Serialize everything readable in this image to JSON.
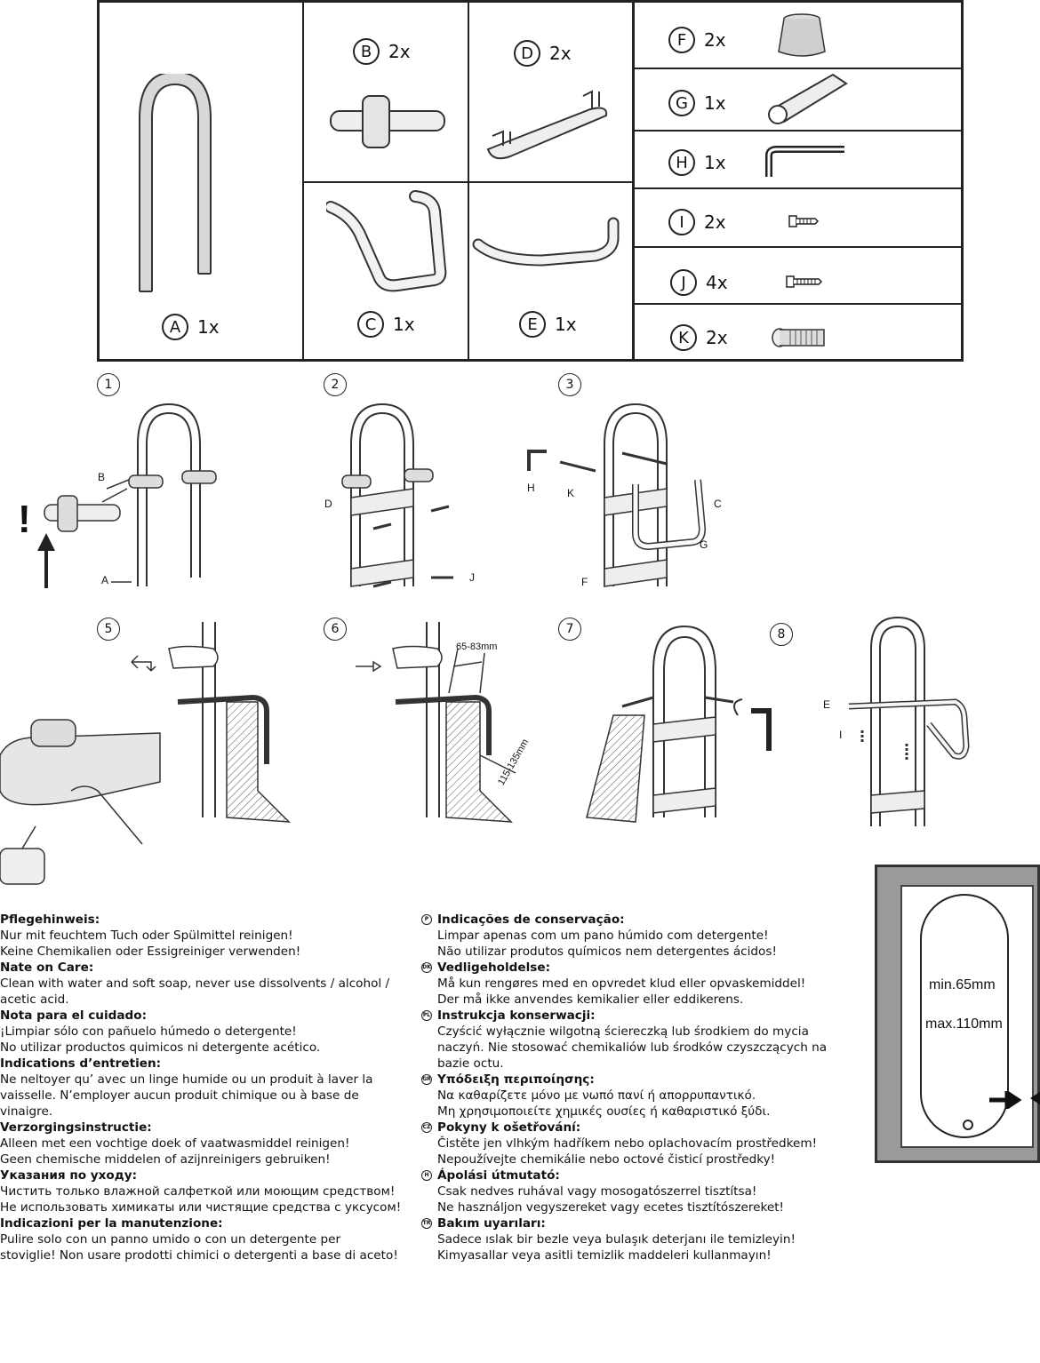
{
  "parts": [
    {
      "letter": "A",
      "qty": "1x",
      "icon": "hoop-frame-icon"
    },
    {
      "letter": "B",
      "qty": "2x",
      "icon": "connector-icon"
    },
    {
      "letter": "C",
      "qty": "1x",
      "icon": "u-bracket-icon"
    },
    {
      "letter": "D",
      "qty": "2x",
      "icon": "step-plate-icon"
    },
    {
      "letter": "E",
      "qty": "1x",
      "icon": "crossbar-icon"
    },
    {
      "letter": "F",
      "qty": "2x",
      "icon": "foot-cap-icon"
    },
    {
      "letter": "G",
      "qty": "1x",
      "icon": "tube-cover-icon"
    },
    {
      "letter": "H",
      "qty": "1x",
      "icon": "allen-key-icon"
    },
    {
      "letter": "I",
      "qty": "2x",
      "icon": "short-screw-icon"
    },
    {
      "letter": "J",
      "qty": "4x",
      "icon": "long-screw-icon"
    },
    {
      "letter": "K",
      "qty": "2x",
      "icon": "bolt-icon"
    }
  ],
  "steps": {
    "s1": "1",
    "s2": "2",
    "s3": "3",
    "s5": "5",
    "s6": "6",
    "s7": "7",
    "s8": "8",
    "labels": {
      "b": "B",
      "a": "A",
      "excl": "!",
      "d": "D",
      "j": "J",
      "h": "H",
      "k": "K",
      "c": "C",
      "g": "G",
      "f": "F",
      "e": "E",
      "i": "I"
    },
    "dim1": "65-83mm",
    "dim2": "115-135mm"
  },
  "tub": {
    "min": "min.65mm",
    "max": "max.110mm"
  },
  "care_left": [
    {
      "h": "Pflegehinweis:",
      "p": "Nur mit feuchtem Tuch oder Spülmittel reinigen!\nKeine Chemikalien oder Essigreiniger verwenden!"
    },
    {
      "h": "Nate on Care:",
      "p": "Clean with water and soft soap, never use dissolvents / alcohol /\nacetic acid."
    },
    {
      "h": "Nota para el cuidado:",
      "p": "¡Limpiar sólo con pañuelo húmedo o detergente!\nNo utilizar productos quimicos ni detergente acético."
    },
    {
      "h": "Indications d’entretien:",
      "p": "Ne neltoyer qu’ avec un linge humide ou un produit à laver la\nvaisselle. N’employer aucun produit chimique ou à base de\nvinaigre."
    },
    {
      "h": "Verzorgingsinstructie:",
      "p": "Alleen met een vochtige doek of vaatwasmiddel reinigen!\nGeen chemische middelen of azijnreinigers gebruiken!"
    },
    {
      "h": "Указания по уходу:",
      "p": "Чистить только влажной салфеткой или моющим средством!\nНе использовать химикаты или чистящие средства с уксусом!"
    },
    {
      "h": "Indicazioni per la manutenzione:",
      "p": "Pulire solo con un panno umido o con un detergente per\nstoviglie! Non usare prodotti chimici o detergenti a base di aceto!"
    }
  ],
  "care_right": [
    {
      "c": "P",
      "h": "Indicações de conservação:",
      "p": "Limpar apenas com um pano húmido com detergente!\nNão utilizar produtos químicos nem detergentes ácidos!"
    },
    {
      "c": "DK",
      "h": "Vedligeholdelse:",
      "p": "Må kun rengøres med en opvredet klud eller opvaskemiddel!\nDer må ikke anvendes kemikalier eller eddikerens."
    },
    {
      "c": "PL",
      "h": "Instrukcja konserwacji:",
      "p": "Czyścić wyłącznie wilgotną ściereczką lub środkiem do mycia\nnaczyń. Nie stosować chemikaliów lub środków czyszczących na\nbazie octu."
    },
    {
      "c": "GR",
      "h": "Υπόδειξη περιποίησης:",
      "p": "Να καθαρίζετε μόνο με νωπό πανί ή απορρυπαντικό.\nΜη χρησιμοποιείτε χημικές ουσίες ή καθαριστικό ξύδι."
    },
    {
      "c": "CZ",
      "h": "Pokyny k ošetřování:",
      "p": "Čistěte jen vlhkým hadříkem nebo oplachovacím prostředkem!\nNepoužívejte chemikálie nebo octové čisticí prostředky!"
    },
    {
      "c": "H",
      "h": "Ápolási útmutató:",
      "p": "Csak nedves ruhával vagy mosogatószerrel tisztítsa!\nNe használjon vegyszereket vagy ecetes tisztítószereket!"
    },
    {
      "c": "TR",
      "h": "Bakım uyarıları:",
      "p": "Sadece ıslak bir bezle veya bulaşık deterjanı ile temizleyin!\nKimyasallar veya asitli temizlik maddeleri kullanmayın!"
    }
  ]
}
